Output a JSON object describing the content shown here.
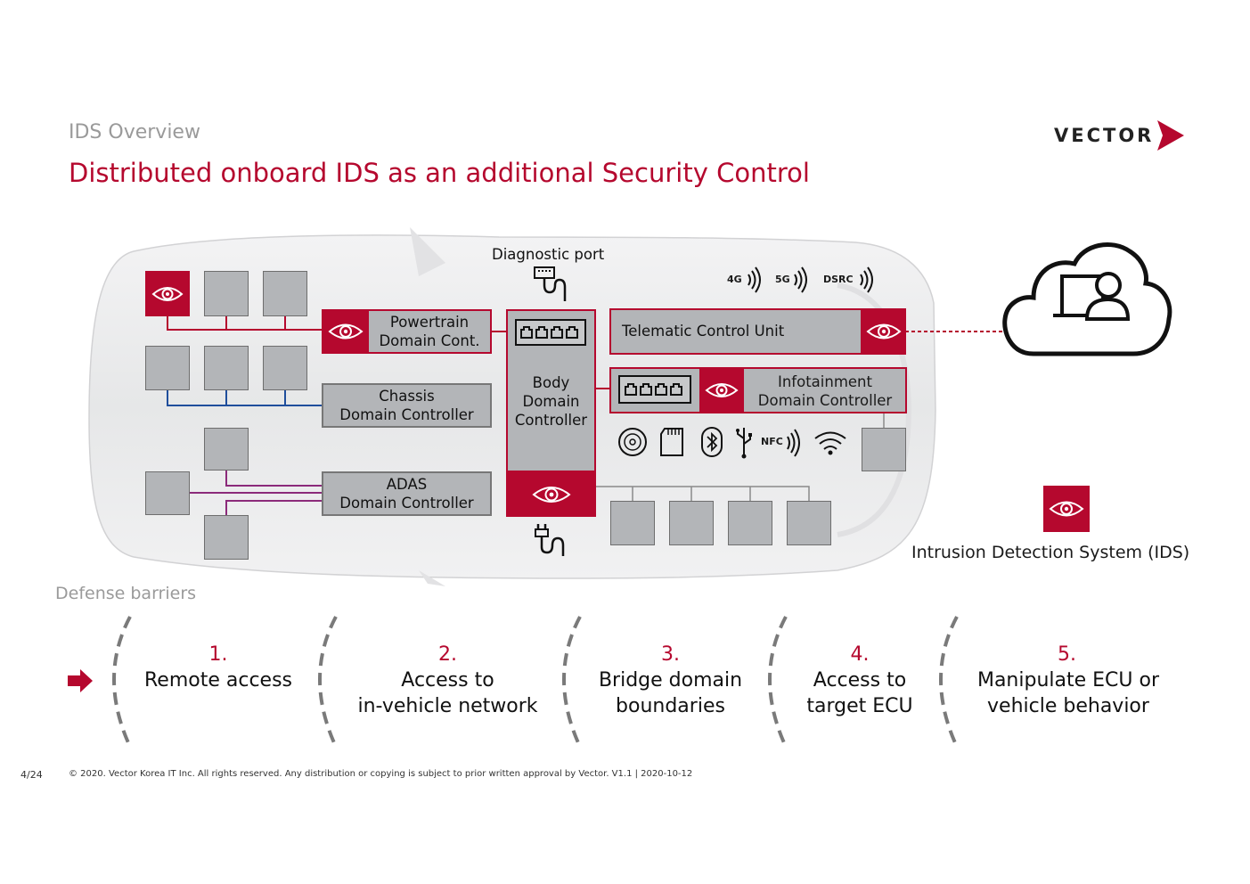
{
  "header": {
    "subtitle": "IDS Overview",
    "title": "Distributed onboard IDS as an additional Security Control",
    "logo_text": "VECTOR"
  },
  "diagram": {
    "diagnostic_port": "Diagnostic port",
    "powertrain": [
      "Powertrain",
      "Domain Cont."
    ],
    "chassis": [
      "Chassis",
      "Domain Controller"
    ],
    "adas": [
      "ADAS",
      "Domain Controller"
    ],
    "body": [
      "Body",
      "Domain",
      "Controller"
    ],
    "telematic": "Telematic Control Unit",
    "infotainment": [
      "Infotainment",
      "Domain Controller"
    ],
    "wireless": [
      "4G",
      "5G",
      "DSRC"
    ],
    "nfc": "NFC",
    "legend_label": "Intrusion Detection System (IDS)",
    "colors": {
      "accent": "#b5082e",
      "ecu_gray": "#b3b5b8",
      "chassis_bus": "#1f4e9c",
      "adas_bus": "#8b2a7a"
    }
  },
  "barriers": {
    "heading": "Defense barriers",
    "items": [
      {
        "num": "1.",
        "text": [
          "Remote access"
        ]
      },
      {
        "num": "2.",
        "text": [
          "Access to",
          "in-vehicle network"
        ]
      },
      {
        "num": "3.",
        "text": [
          "Bridge domain",
          "boundaries"
        ]
      },
      {
        "num": "4.",
        "text": [
          "Access to",
          "target ECU"
        ]
      },
      {
        "num": "5.",
        "text": [
          "Manipulate ECU or",
          "vehicle behavior"
        ]
      }
    ]
  },
  "footer": {
    "page": "4/24",
    "copyright": "© 2020. Vector Korea IT Inc. All rights reserved. Any distribution or copying is subject to prior written approval by Vector. V1.1 | 2020-10-12"
  }
}
